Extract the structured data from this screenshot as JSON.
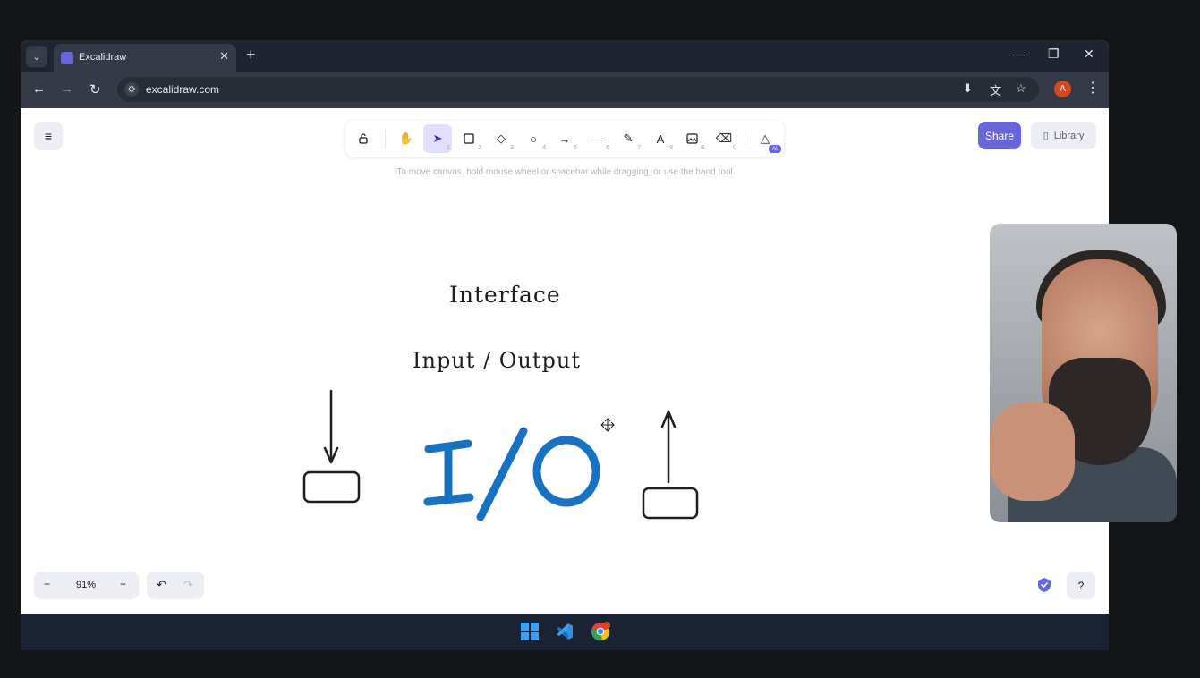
{
  "browser": {
    "tab_title": "Excalidraw",
    "url": "excalidraw.com",
    "profile_initial": "A"
  },
  "excalidraw": {
    "tools": [
      {
        "name": "lock",
        "key": ""
      },
      {
        "name": "hand",
        "key": ""
      },
      {
        "name": "selection",
        "key": "1"
      },
      {
        "name": "rectangle",
        "key": "2"
      },
      {
        "name": "diamond",
        "key": "3"
      },
      {
        "name": "ellipse",
        "key": "4"
      },
      {
        "name": "arrow",
        "key": "5"
      },
      {
        "name": "line",
        "key": "6"
      },
      {
        "name": "draw",
        "key": "7"
      },
      {
        "name": "text",
        "key": "8"
      },
      {
        "name": "image",
        "key": "9"
      },
      {
        "name": "eraser",
        "key": "0"
      }
    ],
    "ai_badge": "AI",
    "hint": "To move canvas, hold mouse wheel or spacebar while dragging, or use the hand tool",
    "share_label": "Share",
    "library_label": "Library",
    "zoom_level": "91%",
    "zoom_out": "−",
    "zoom_in": "+",
    "help": "?"
  },
  "drawing": {
    "title": "Interface",
    "subtitle": "Input / Output",
    "big_text": "I/O",
    "accent": "#1971c2"
  }
}
